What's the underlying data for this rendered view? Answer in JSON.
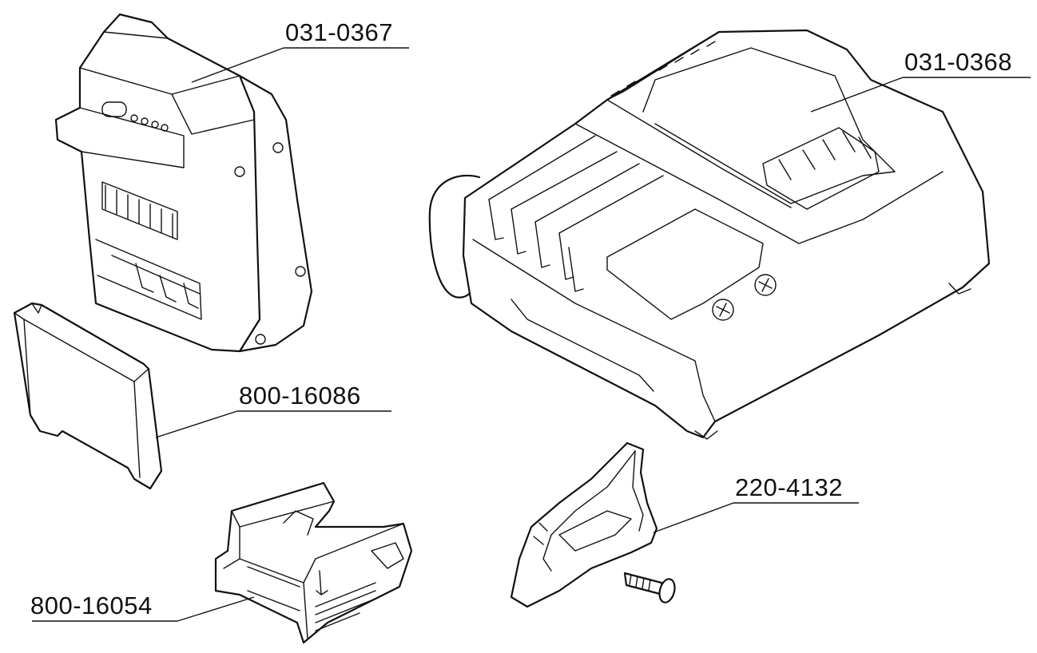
{
  "parts": [
    {
      "id": "battery",
      "part_number": "031-0367"
    },
    {
      "id": "charger",
      "part_number": "031-0368"
    },
    {
      "id": "terminal-cover",
      "part_number": "800-16086"
    },
    {
      "id": "battery-holder",
      "part_number": "800-16054"
    },
    {
      "id": "belt-clip",
      "part_number": "220-4132"
    }
  ]
}
